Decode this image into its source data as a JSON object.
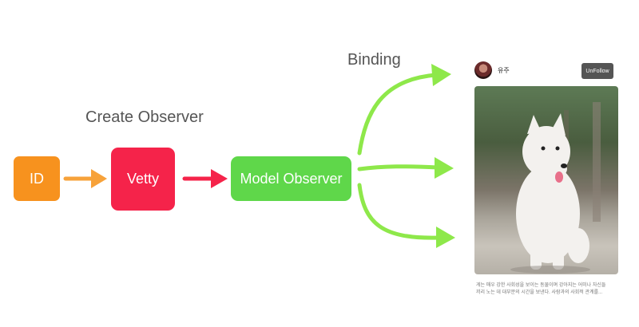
{
  "diagram": {
    "labels": {
      "create_observer": "Create Observer",
      "binding": "Binding"
    },
    "nodes": {
      "id": {
        "label": "ID",
        "color": "#f7921e"
      },
      "vetty": {
        "label": "Vetty",
        "color": "#f5234a"
      },
      "model_observer": {
        "label": "Model Observer",
        "color": "#5fd74a"
      }
    },
    "arrow_colors": {
      "id_to_vetty": "#f7a23a",
      "vetty_to_model": "#f5234a",
      "binding": "#8ee84a"
    }
  },
  "card": {
    "user_name": "유주",
    "unfollow_label": "UnFollow",
    "caption_line1": "게는 매우 강한 사회성을 보이는 동물이며 강아지는 어미나 자신들",
    "caption_line2": "끼리 노는 데 대부분의 시간을 보낸다. 사람과의 사회적 관계를..."
  }
}
